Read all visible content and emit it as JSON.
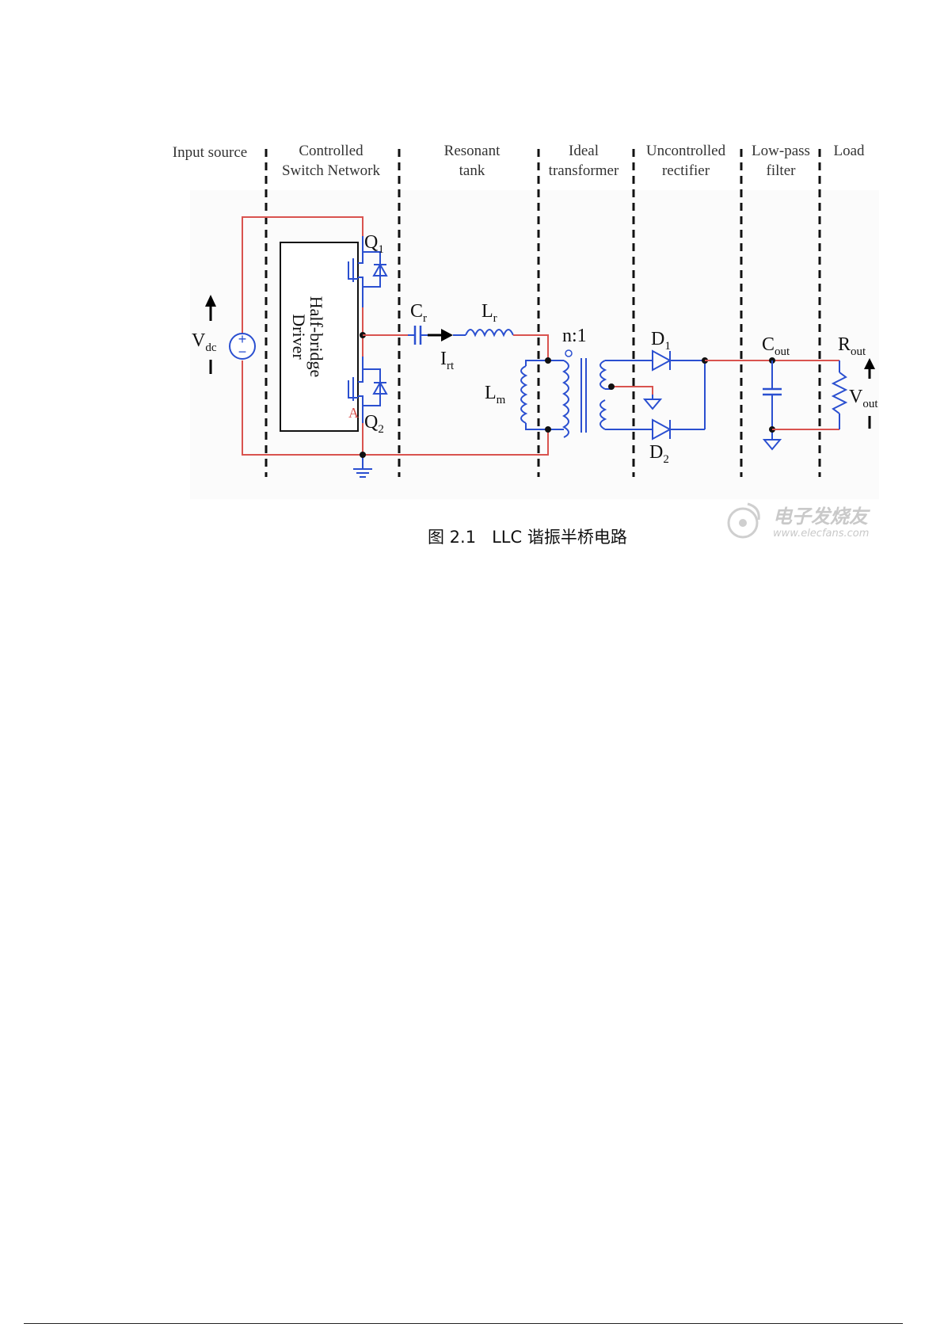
{
  "sections": [
    "Input source",
    "Controlled",
    "Switch Network",
    "Resonant",
    "tank",
    "Ideal",
    "transformer",
    "Uncontrolled",
    "rectifier",
    "Low-pass",
    "filter",
    "Load"
  ],
  "components": {
    "q1": {
      "main": "Q",
      "sub": "1"
    },
    "q2": {
      "main": "Q",
      "sub": "2"
    },
    "node_a": "A",
    "driver_line1": "Half-bridge",
    "driver_line2": "Driver",
    "vdc": {
      "main": "V",
      "sub": "dc"
    },
    "cr": {
      "main": "C",
      "sub": "r"
    },
    "lr": {
      "main": "L",
      "sub": "r"
    },
    "irt": {
      "main": "I",
      "sub": "rt"
    },
    "lm": {
      "main": "L",
      "sub": "m"
    },
    "ratio": "n:1",
    "d1": {
      "main": "D",
      "sub": "1"
    },
    "d2": {
      "main": "D",
      "sub": "2"
    },
    "cout": {
      "main": "C",
      "sub": "out"
    },
    "rout": {
      "main": "R",
      "sub": "out"
    },
    "vout": {
      "main": "V",
      "sub": "out"
    }
  },
  "caption": "图 2.1   LLC 谐振半桥电路",
  "watermark": {
    "text": "电子发烧友",
    "url": "www.elecfans.com"
  }
}
